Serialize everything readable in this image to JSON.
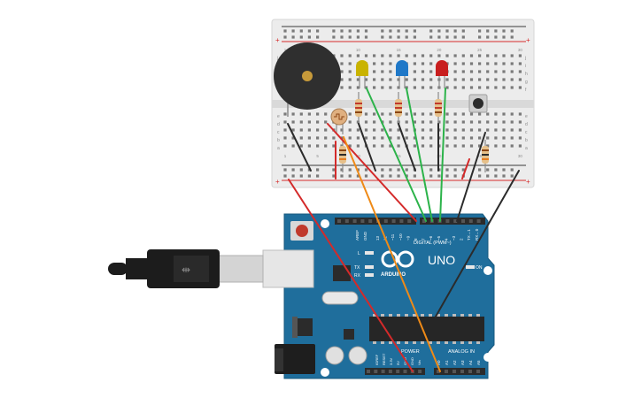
{
  "canvas": {
    "background": "#ffffff"
  },
  "colors": {
    "breadboard": "#ececec",
    "rail_red": "#d62b2b",
    "rail_blue": "#3a6bd6",
    "arduino_blue": "#1f6e9c",
    "header_black": "#2b2b2b",
    "wire_red": "#d42a2a",
    "wire_black": "#2b2b2b",
    "wire_green": "#2cb34a",
    "wire_orange": "#ef8a17",
    "led_yellow": "#c9b300",
    "led_blue": "#1f78c8",
    "led_red": "#c81e1e",
    "buzzer": "#2f2f2f"
  },
  "breadboard": {
    "plus_symbol": "+",
    "minus_symbol": "–",
    "row_letters_top": [
      "j",
      "i",
      "h",
      "g",
      "f"
    ],
    "row_letters_bottom": [
      "e",
      "d",
      "c",
      "b",
      "a"
    ],
    "column_numbers": [
      "1",
      "",
      "",
      "",
      "5",
      "",
      "",
      "",
      "",
      "10",
      "",
      "",
      "",
      "",
      "15",
      "",
      "",
      "",
      "",
      "20",
      "",
      "",
      "",
      "",
      "25",
      "",
      "",
      "",
      "",
      "30"
    ]
  },
  "arduino": {
    "brand_uno": "UNO",
    "brand_arduino": "ARDUINO",
    "label_digital": "DIGITAL (PWM~)",
    "label_power": "POWER",
    "label_analog": "ANALOG IN",
    "label_aref": "AREF",
    "label_gnd": "GND",
    "label_l": "L",
    "label_tx": "TX",
    "label_rx": "RX",
    "label_on": "ON",
    "label_ioref": "IOREF",
    "label_reset": "RESET",
    "label_3v3": "3.3V",
    "label_5v": "5V",
    "label_vin": "Vin",
    "digital_pins": [
      "13",
      "12",
      "~11",
      "~10",
      "~9",
      "8",
      "7",
      "~6",
      "~5",
      "4",
      "~3",
      "2",
      "TX→1",
      "RX←0"
    ],
    "analog_pins": [
      "A0",
      "A1",
      "A2",
      "A3",
      "A4",
      "A5"
    ]
  },
  "components": [
    {
      "name": "piezo-buzzer",
      "color": "buzzer"
    },
    {
      "name": "photoresistor"
    },
    {
      "name": "led-yellow",
      "color": "led_yellow"
    },
    {
      "name": "led-blue",
      "color": "led_blue"
    },
    {
      "name": "led-red",
      "color": "led_red"
    },
    {
      "name": "pushbutton"
    },
    {
      "name": "usb-cable"
    }
  ]
}
